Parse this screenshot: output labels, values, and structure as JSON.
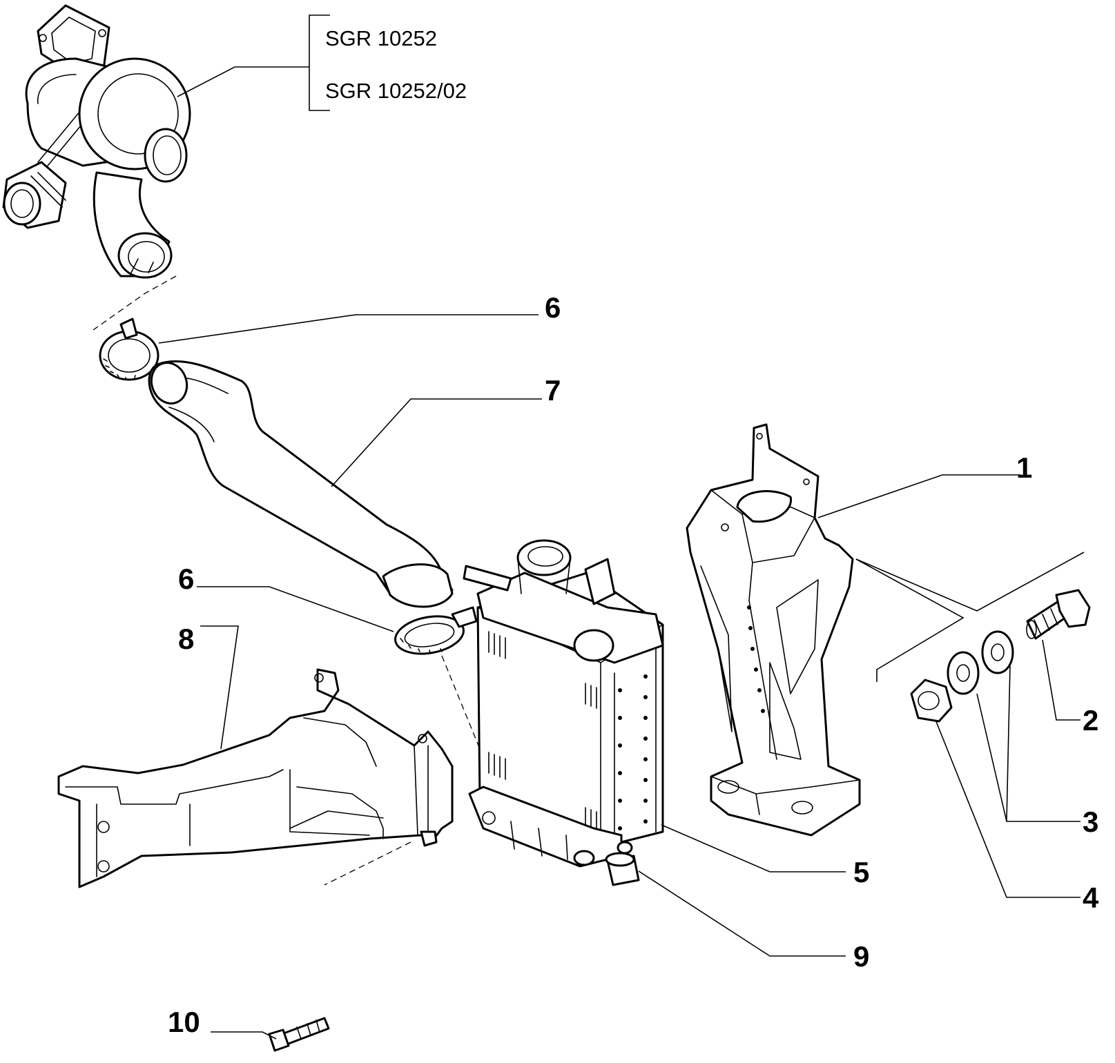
{
  "reference_codes": [
    "SGR 10252",
    "SGR 10252/02"
  ],
  "callouts": {
    "c1": "1",
    "c2": "2",
    "c3": "3",
    "c4": "4",
    "c5": "5",
    "c6_top": "6",
    "c6_mid": "6",
    "c7": "7",
    "c8": "8",
    "c9": "9",
    "c10": "10"
  }
}
